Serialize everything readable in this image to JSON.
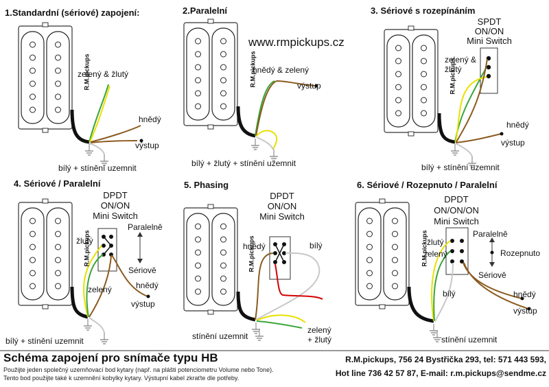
{
  "website": "www.rmpickups.cz",
  "brand_mark": "R.M.pickups",
  "panels": [
    {
      "title": "1.Standardní (sériové) zapojení:",
      "labels": [
        "zelený & žlutý",
        "hnědý",
        "výstup",
        "bílý + stínění uzemnit"
      ]
    },
    {
      "title": "2.Paralelní",
      "labels": [
        "hnědý & zelený",
        "výstup",
        "bílý + žlutý + stínění uzemnit"
      ]
    },
    {
      "title": "3. Sériové s rozepínáním",
      "switch": [
        "SPDT",
        "ON/ON",
        "Mini Switch"
      ],
      "labels": [
        "zelený &",
        "žlutý",
        "hnědý",
        "výstup",
        "bílý + stínění uzemnit"
      ]
    },
    {
      "title": "4. Sériové / Paralelní",
      "switch": [
        "DPDT",
        "ON/ON",
        "Mini Switch"
      ],
      "labels": [
        "žlutý",
        "Paralelně",
        "Sériově",
        "zelený",
        "hnědý",
        "výstup",
        "bílý + stínění uzemnit"
      ]
    },
    {
      "title": "5. Phasing",
      "switch": [
        "DPDT",
        "ON/ON",
        "Mini Switch"
      ],
      "labels": [
        "hnědý",
        "bílý",
        "stínění uzemnit",
        "zelený",
        "+ žlutý"
      ]
    },
    {
      "title": "6. Sériové / Rozepnuto / Paralelní",
      "switch": [
        "DPDT",
        "ON/ON/ON",
        "Mini Switch"
      ],
      "labels": [
        "Paralelně",
        "žlutý",
        "zelený",
        "Rozepnuto",
        "Sériově",
        "bílý",
        "hnědý",
        "výstup",
        "stínění uzemnit"
      ]
    }
  ],
  "footer": {
    "title": "Schéma zapojení pro snímače typu HB",
    "note1": "Použijte jeden společný uzemňovací bod kytary (např. na plášti potenciometru Volume nebo Tone).",
    "note2": "Tento bod použijte také k uzemnění kobylky kytary. Výstupní kabel zkraťte dle potřeby.",
    "contact1": "R.M.pickups, 756 24 Bystřička 293, tel: 571 443 593,",
    "contact2": "Hot line 736 42 57 87, E-mail: r.m.pickups@sendme.cz"
  },
  "colors": {
    "green": "#3aa53a",
    "yellow": "#e8e000",
    "brown": "#8b5a1e",
    "white_wire": "#c8c8c8",
    "red": "#d40000",
    "black": "#111111"
  }
}
